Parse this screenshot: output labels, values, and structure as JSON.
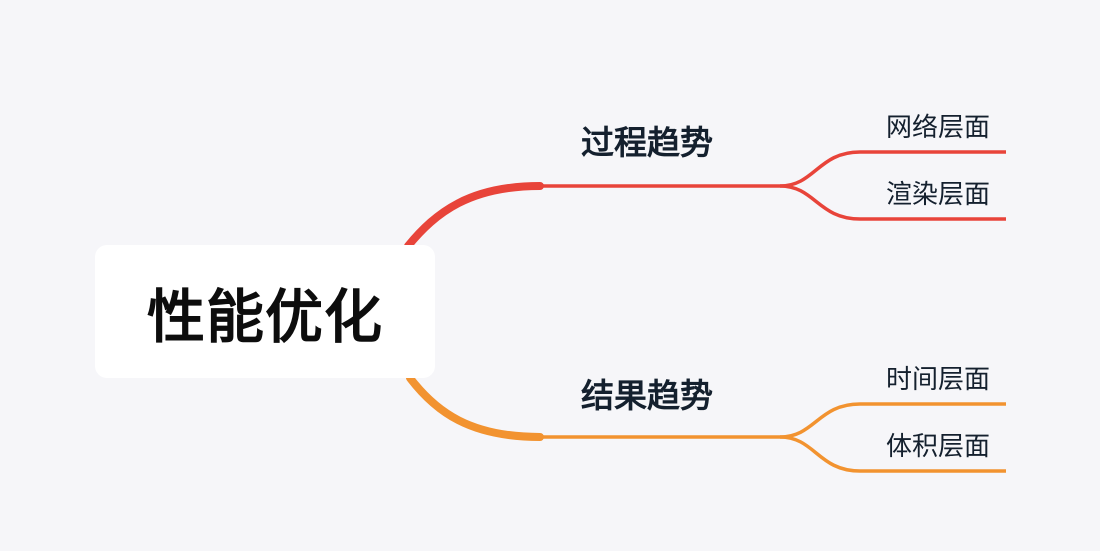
{
  "root": {
    "label": "性能优化"
  },
  "branches": [
    {
      "label": "过程趋势",
      "color": "#e8443a",
      "children": [
        {
          "label": "网络层面"
        },
        {
          "label": "渲染层面"
        }
      ]
    },
    {
      "label": "结果趋势",
      "color": "#f29330",
      "children": [
        {
          "label": "时间层面"
        },
        {
          "label": "体积层面"
        }
      ]
    }
  ]
}
